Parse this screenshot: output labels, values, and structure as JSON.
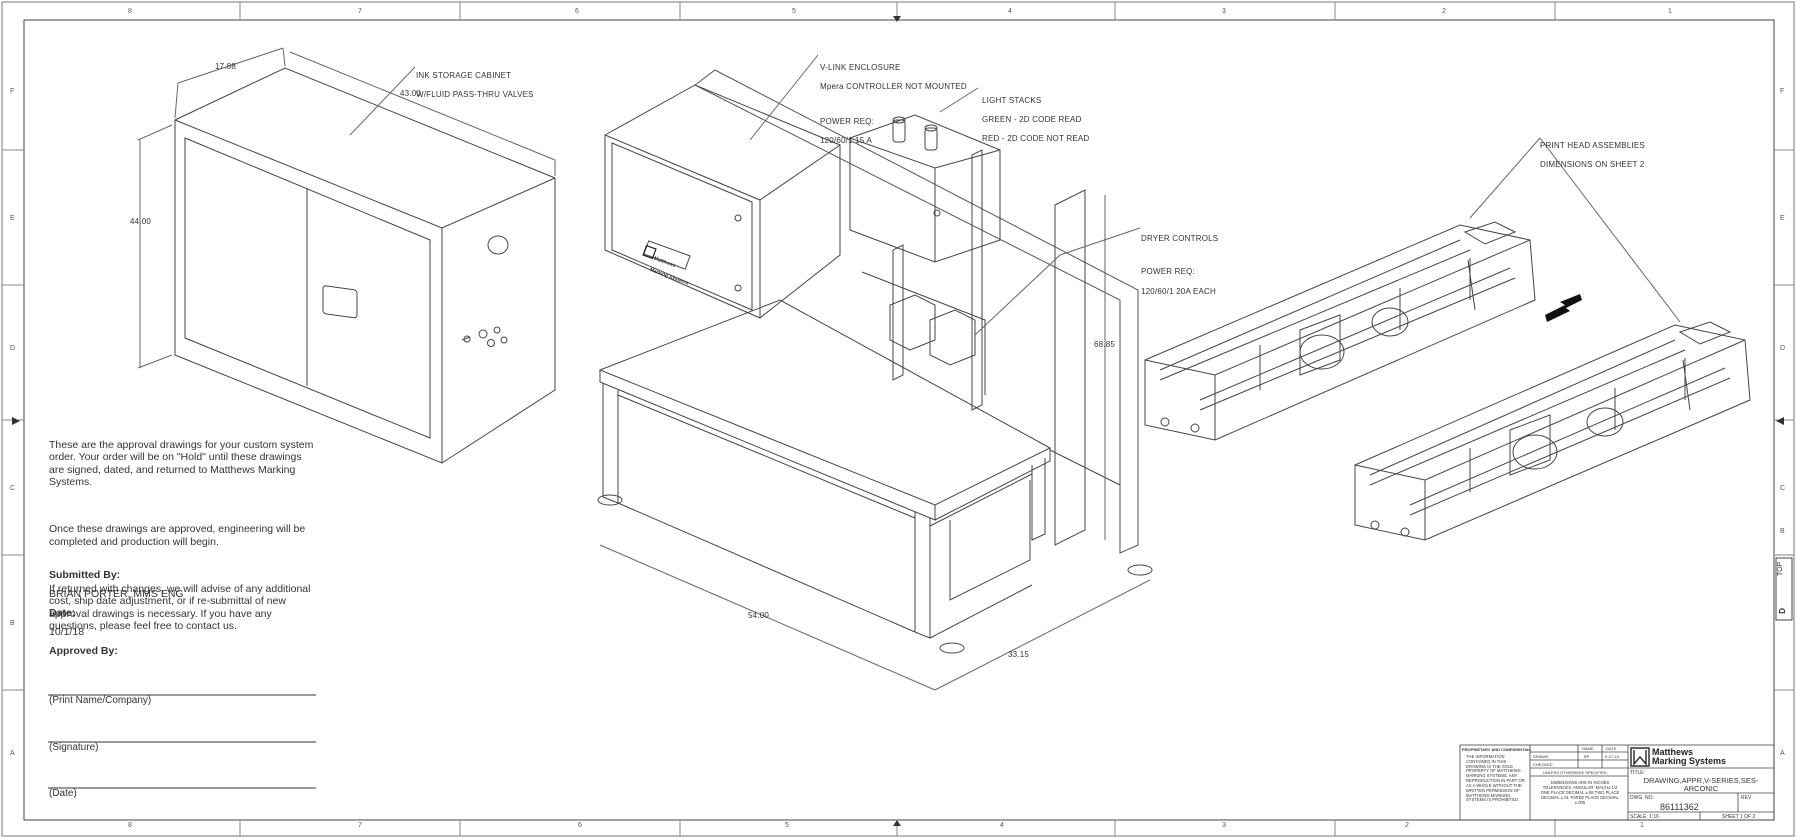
{
  "zones": {
    "top": [
      "8",
      "7",
      "6",
      "5",
      "4",
      "3",
      "2",
      "1"
    ],
    "bottom": [
      "8",
      "7",
      "6",
      "5",
      "4",
      "3",
      "2",
      "1"
    ],
    "left": [
      "F",
      "E",
      "D",
      "C",
      "B",
      "A"
    ],
    "right": [
      "F",
      "E",
      "D",
      "C",
      "B",
      "A"
    ]
  },
  "cabinet": {
    "label_line1": "INK STORAGE CABINET",
    "label_line2": "W/FLUID PASS-THRU VALVES",
    "dim_depth": "17.88",
    "dim_width": "43.00",
    "dim_height": "44.00"
  },
  "enclosure": {
    "label_line1": "V-LINK ENCLOSURE",
    "label_line2": "Mpera CONTROLLER NOT MOUNTED",
    "label_line3": "POWER REQ:",
    "label_line4": "120/60/1 15 A",
    "brand_line1": "Matthews",
    "brand_line2": "Marking Systems"
  },
  "light_stacks": {
    "line1": "LIGHT STACKS",
    "line2": "GREEN - 2D CODE READ",
    "line3": "RED - 2D CODE NOT READ"
  },
  "dryer": {
    "line1": "DRYER CONTROLS",
    "line2": "POWER REQ:",
    "line3": "120/60/1 20A EACH"
  },
  "table_dims": {
    "height": "68.85",
    "length": "54.00",
    "depth": "33.15"
  },
  "print_heads": {
    "line1": "PRINT HEAD ASSEMBLIES",
    "line2": "DIMENSIONS ON SHEET 2"
  },
  "notes": {
    "para1": "These are the approval drawings for your custom system order.  Your order will be on \"Hold\" until these drawings are signed, dated, and returned to Matthews Marking Systems.",
    "para2": "Once these drawings are approved, engineering will be completed and production will begin.",
    "para3": "If returned with changes, we will advise of any additional cost, ship date adjustment, or if re-submittal of new approval drawings is necessary.  If you have any questions, please feel free to contact us.",
    "submitted_label": "Submitted By:",
    "submitted_value": "BRIAN PORTER, MMS ENG",
    "date_label": "Date:",
    "date_value": "10/1/18",
    "approved_label": "Approved By:",
    "print_name": "(Print Name/Company)",
    "signature": "(Signature)",
    "date_line": "(Date)"
  },
  "title_block": {
    "proprietary": "PROPRIETARY AND CONFIDENTIAL",
    "prop_text": "THE INFORMATION CONTAINED IN THIS DRAWING IS THE SOLE PROPERTY OF MATTHEWS MARKING SYSTEMS. ANY REPRODUCTION IN PART OR AS A WHOLE WITHOUT THE WRITTEN PERMISSION OF MATTHEWS MARKING SYSTEMS IS PROHIBITED.",
    "name_hdr": "NAME",
    "date_hdr": "DATE",
    "drawn": "DRAWN",
    "drawn_name": "BP",
    "drawn_date": "9-27-18",
    "checked": "CHECKED",
    "unless": "UNLESS OTHERWISE SPECIFIED:",
    "dims_text": "DIMENSIONS ARE IN INCHES TOLERANCES: ANGULAR: MACH± 1/2 ONE PLACE DECIMAL ±.06 TWO PLACE DECIMAL ±.01 THREE PLACE DECIMAL ±.005",
    "company_line1": "Matthews",
    "company_line2": "Marking Systems",
    "title_lbl": "TITLE:",
    "title_line1": "DRAWING,APPR,V-SERIES,SES-",
    "title_line2": "ARCONIC",
    "dwg_lbl": "DWG.  NO.",
    "dwg_no": "86111362",
    "rev_lbl": "REV",
    "scale": "SCALE: 1:16",
    "sheet": "SHEET 1 OF 2"
  },
  "side_tab": "TOP",
  "side_tab_letter": "D"
}
